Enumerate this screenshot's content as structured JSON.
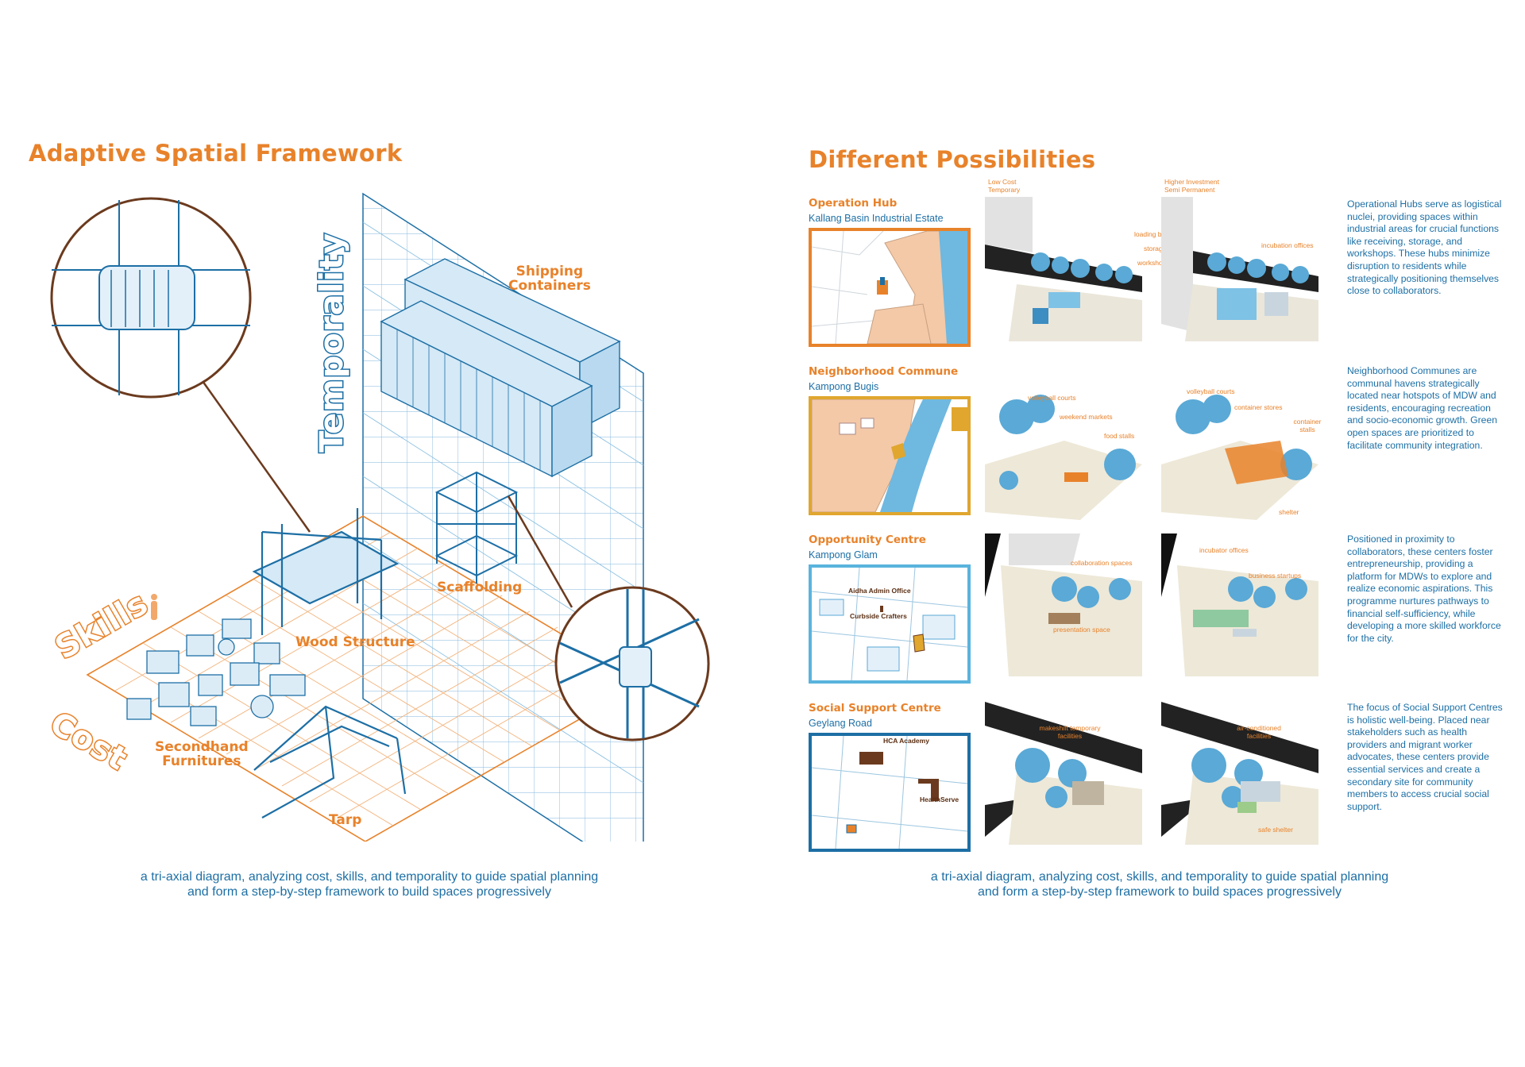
{
  "left": {
    "title": "Adaptive Spatial Framework",
    "axes": {
      "temporality": "Temporality",
      "skills": "Skills",
      "cost": "Cost"
    },
    "objects": {
      "shipping": "Shipping\nContainers",
      "scaffolding": "Scaffolding",
      "wood": "Wood Structure",
      "furniture": "Secondhand\nFurnitures",
      "tarp": "Tarp"
    },
    "caption_line1": "a tri-axial diagram, analyzing cost, skills, and temporality to guide spatial planning",
    "caption_line2": "and form a step-by-step framework to build spaces progressively"
  },
  "right": {
    "title": "Different Possibilities",
    "column_low": "Low Cost\nTemporary",
    "column_high": "Higher Investment\nSemi Permanent",
    "rows": [
      {
        "title": "Operation Hub",
        "location": "Kallang Basin Industrial Estate",
        "low_labels": [
          "loading bay",
          "storage",
          "workshop"
        ],
        "high_labels": [
          "incubation offices"
        ],
        "map_tags": [],
        "description": "Operational Hubs serve as logistical nuclei, providing spaces within industrial areas for crucial functions like receiving, storage, and workshops. These hubs minimize disruption to residents while strategically positioning themselves close to collaborators."
      },
      {
        "title": "Neighborhood Commune",
        "location": "Kampong Bugis",
        "low_labels": [
          "volleyball courts",
          "weekend markets",
          "food stalls"
        ],
        "high_labels": [
          "volleyball courts",
          "container stores",
          "container stalls",
          "shelter"
        ],
        "map_tags": [],
        "description": "Neighborhood Communes are communal havens strategically located near hotspots of MDW and residents, encouraging recreation and socio-economic growth. Green open spaces are prioritized to facilitate community integration."
      },
      {
        "title": "Opportunity Centre",
        "location": "Kampong Glam",
        "low_labels": [
          "collaboration spaces",
          "presentation space"
        ],
        "high_labels": [
          "incubator offices",
          "business startups"
        ],
        "map_tags": [
          "Aidha Admin Office",
          "Curbside Crafters"
        ],
        "description": "Positioned in proximity to collaborators, these centers foster entrepreneurship, providing a platform for MDWs to explore and realize economic aspirations. This programme nurtures pathways to financial self-sufficiency, while developing a more skilled workforce for the city."
      },
      {
        "title": "Social Support Centre",
        "location": "Geylang Road",
        "low_labels": [
          "makeshift temporary facilities"
        ],
        "high_labels": [
          "air-conditioned facilities",
          "safe shelter"
        ],
        "map_tags": [
          "HCA Academy",
          "HealthServe"
        ],
        "description": "The focus of Social Support Centres is holistic well-being. Placed near stakeholders such as health providers and migrant worker advocates, these centers provide essential services and create a secondary site for community members to access crucial social support."
      }
    ],
    "caption_line1": "a tri-axial diagram, analyzing cost, skills, and temporality to guide spatial planning",
    "caption_line2": "and form a step-by-step framework to build spaces progressively"
  },
  "colors": {
    "orange": "#e8822a",
    "blue": "#1d6fa5",
    "light_blue": "#5aa9d6",
    "brown": "#6b3a1e",
    "gold": "#e0a62e",
    "sky": "#59b4dd"
  }
}
